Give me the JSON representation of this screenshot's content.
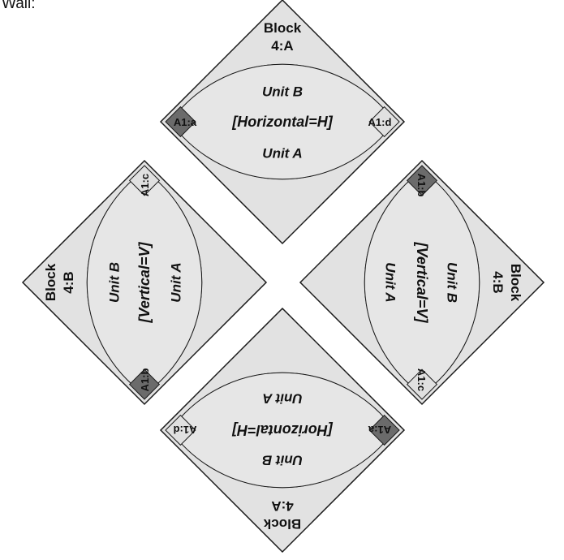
{
  "wall_label": "Wall:",
  "blocks": [
    {
      "block_label": [
        "Block",
        "4:A"
      ],
      "unit_outer": "Unit B",
      "unit_inner": "Unit A",
      "center": "[Horizontal=H]",
      "corner_left": "A1:a",
      "corner_right": "A1:d"
    },
    {
      "block_label": [
        "Block",
        "4:B"
      ],
      "unit_outer": "Unit B",
      "unit_inner": "Unit A",
      "center": "[Vertical=V]",
      "corner_left": "A1:b",
      "corner_right": "A1:c"
    },
    {
      "block_label": [
        "Block",
        "4:A"
      ],
      "unit_outer": "Unit B",
      "unit_inner": "Unit A",
      "center": "[Horizontal=H]",
      "corner_left": "A1:a",
      "corner_right": "A1:d"
    },
    {
      "block_label": [
        "Block",
        "4:B"
      ],
      "unit_outer": "Unit B",
      "unit_inner": "Unit A",
      "center": "[Vertical=V]",
      "corner_left": "A1:b",
      "corner_right": "A1:c"
    }
  ],
  "colors": {
    "block_fill": "#e2e2e2",
    "center_fill": "#e6e6e6",
    "corner_dark": "#6b6b6b",
    "corner_light": "#e0e0e0",
    "segment_shades": [
      "#f0f0f0",
      "#d9d9d9",
      "#c2c2c2",
      "#a8a8a8",
      "#8c8c8c",
      "#747474",
      "#5e5e5e"
    ],
    "stroke": "#1a1a1a"
  }
}
